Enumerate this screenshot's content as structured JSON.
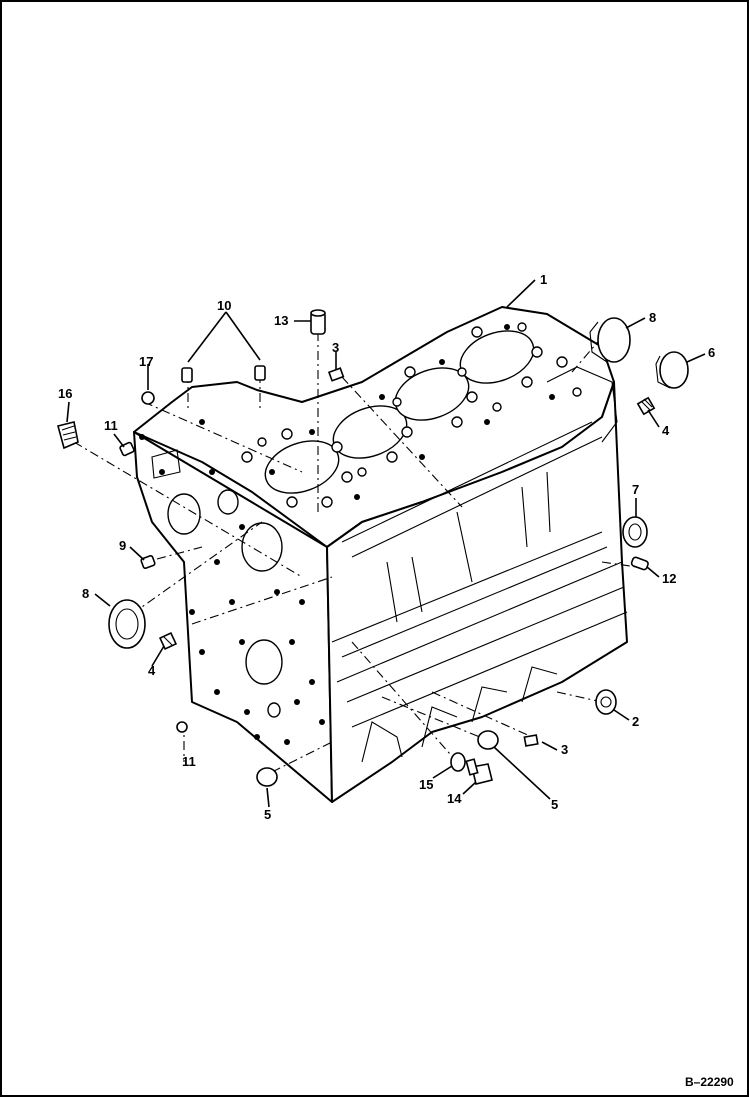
{
  "figure": {
    "reference_code": "B–22290"
  },
  "callouts": [
    {
      "id": "c1",
      "label": "1"
    },
    {
      "id": "c8a",
      "label": "8"
    },
    {
      "id": "c6",
      "label": "6"
    },
    {
      "id": "c10",
      "label": "10"
    },
    {
      "id": "c13",
      "label": "13"
    },
    {
      "id": "c17",
      "label": "17"
    },
    {
      "id": "c3a",
      "label": "3"
    },
    {
      "id": "c4a",
      "label": "4"
    },
    {
      "id": "c16",
      "label": "16"
    },
    {
      "id": "c11a",
      "label": "11"
    },
    {
      "id": "c7",
      "label": "7"
    },
    {
      "id": "c9",
      "label": "9"
    },
    {
      "id": "c12",
      "label": "12"
    },
    {
      "id": "c8b",
      "label": "8"
    },
    {
      "id": "c4b",
      "label": "4"
    },
    {
      "id": "c2",
      "label": "2"
    },
    {
      "id": "c11b",
      "label": "11"
    },
    {
      "id": "c3b",
      "label": "3"
    },
    {
      "id": "c15",
      "label": "15"
    },
    {
      "id": "c5a",
      "label": "5"
    },
    {
      "id": "c14",
      "label": "14"
    },
    {
      "id": "c5b",
      "label": "5"
    }
  ]
}
